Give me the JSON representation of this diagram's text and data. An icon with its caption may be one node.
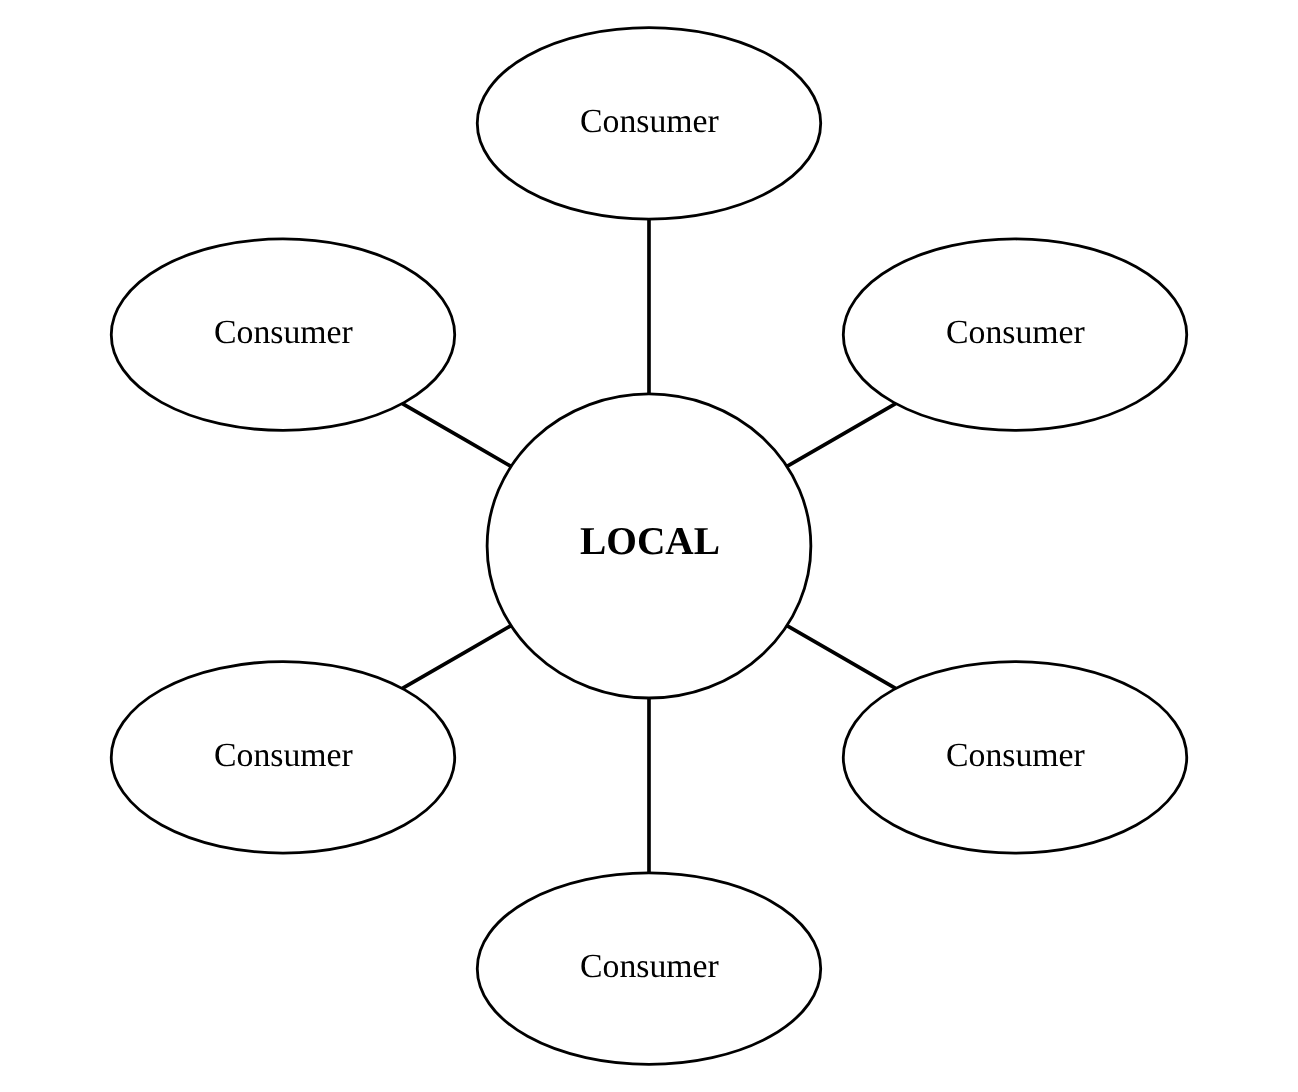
{
  "diagram": {
    "nodes": [
      {
        "text": [
          "Consumer"
        ]
      },
      {
        "text": [
          "Consumer"
        ]
      },
      {
        "text": [
          "Consumer"
        ]
      },
      {
        "text": [
          "LOCAL"
        ]
      },
      {
        "text": [
          "Consumer"
        ]
      },
      {
        "text": [
          "Consumer"
        ]
      },
      {
        "text": [
          "Consumer"
        ]
      }
    ],
    "edges": [
      {
        "from": 3,
        "to": 0,
        "arrow": "none"
      },
      {
        "from": 3,
        "to": 1,
        "arrow": "none"
      },
      {
        "from": 3,
        "to": 2,
        "arrow": "none"
      },
      {
        "from": 3,
        "to": 4,
        "arrow": "none"
      },
      {
        "from": 3,
        "to": 5,
        "arrow": "none"
      },
      {
        "from": 3,
        "to": 6,
        "arrow": "none"
      }
    ]
  }
}
